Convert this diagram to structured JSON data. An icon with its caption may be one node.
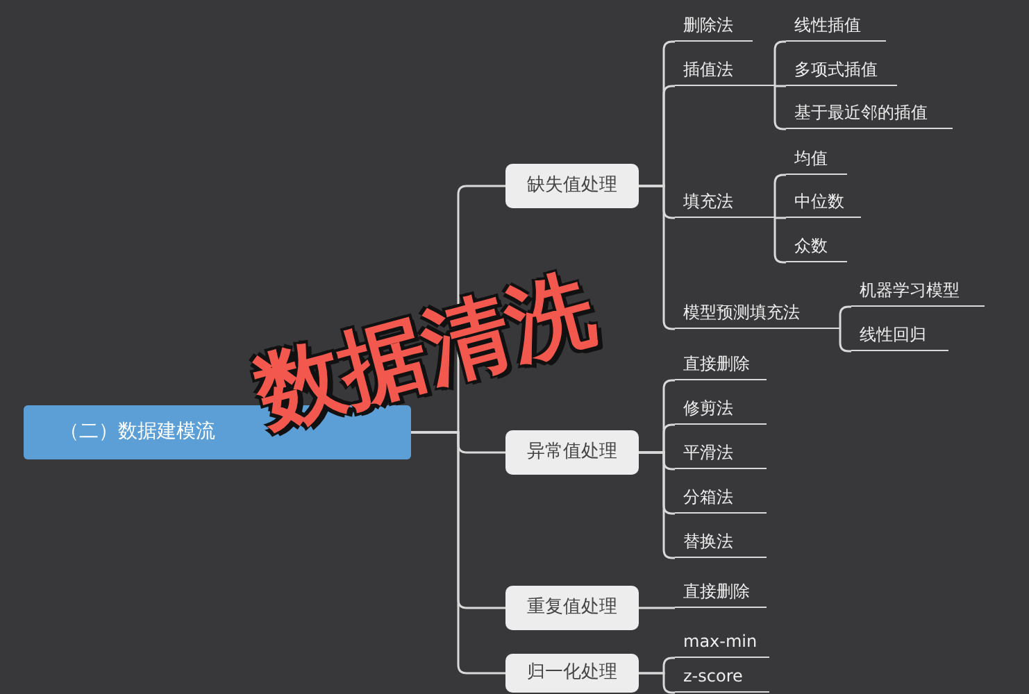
{
  "diagram": {
    "nodes": [
      {
        "text": [
          "（二）数据建模流"
        ]
      },
      {
        "text": [
          "缺失值处理"
        ]
      },
      {
        "text": [
          "删除法"
        ]
      },
      {
        "text": [
          "插值法"
        ]
      },
      {
        "text": [
          "线性插值"
        ]
      },
      {
        "text": [
          "多项式插值"
        ]
      },
      {
        "text": [
          "基于最近邻的插值"
        ]
      },
      {
        "text": [
          "填充法"
        ]
      },
      {
        "text": [
          "均值"
        ]
      },
      {
        "text": [
          "中位数"
        ]
      },
      {
        "text": [
          "众数"
        ]
      },
      {
        "text": [
          "模型预测填充法"
        ]
      },
      {
        "text": [
          "机器学习模型"
        ]
      },
      {
        "text": [
          "线性回归"
        ]
      },
      {
        "text": [
          "异常值处理"
        ]
      },
      {
        "text": [
          "直接删除"
        ]
      },
      {
        "text": [
          "修剪法"
        ]
      },
      {
        "text": [
          "平滑法"
        ]
      },
      {
        "text": [
          "分箱法"
        ]
      },
      {
        "text": [
          "替换法"
        ]
      },
      {
        "text": [
          "重复值处理"
        ]
      },
      {
        "text": [
          "直接删除"
        ]
      },
      {
        "text": [
          "归一化处理"
        ]
      },
      {
        "text": [
          "max-min"
        ]
      },
      {
        "text": [
          "z-score"
        ]
      }
    ],
    "edges": [
      {
        "from": 0,
        "to": 1,
        "arrow": "none"
      },
      {
        "from": 0,
        "to": 14,
        "arrow": "none"
      },
      {
        "from": 0,
        "to": 20,
        "arrow": "none"
      },
      {
        "from": 0,
        "to": 22,
        "arrow": "none"
      },
      {
        "from": 1,
        "to": 2,
        "arrow": "none"
      },
      {
        "from": 1,
        "to": 3,
        "arrow": "none"
      },
      {
        "from": 1,
        "to": 7,
        "arrow": "none"
      },
      {
        "from": 1,
        "to": 11,
        "arrow": "none"
      },
      {
        "from": 3,
        "to": 4,
        "arrow": "none"
      },
      {
        "from": 3,
        "to": 5,
        "arrow": "none"
      },
      {
        "from": 3,
        "to": 6,
        "arrow": "none"
      },
      {
        "from": 7,
        "to": 8,
        "arrow": "none"
      },
      {
        "from": 7,
        "to": 9,
        "arrow": "none"
      },
      {
        "from": 7,
        "to": 10,
        "arrow": "none"
      },
      {
        "from": 11,
        "to": 12,
        "arrow": "none"
      },
      {
        "from": 11,
        "to": 13,
        "arrow": "none"
      },
      {
        "from": 14,
        "to": 15,
        "arrow": "none"
      },
      {
        "from": 14,
        "to": 16,
        "arrow": "none"
      },
      {
        "from": 14,
        "to": 17,
        "arrow": "none"
      },
      {
        "from": 14,
        "to": 18,
        "arrow": "none"
      },
      {
        "from": 14,
        "to": 19,
        "arrow": "none"
      },
      {
        "from": 20,
        "to": 21,
        "arrow": "none"
      },
      {
        "from": 22,
        "to": 23,
        "arrow": "none"
      },
      {
        "from": 22,
        "to": 24,
        "arrow": "none"
      }
    ],
    "labels": [
      "数据清洗"
    ]
  }
}
